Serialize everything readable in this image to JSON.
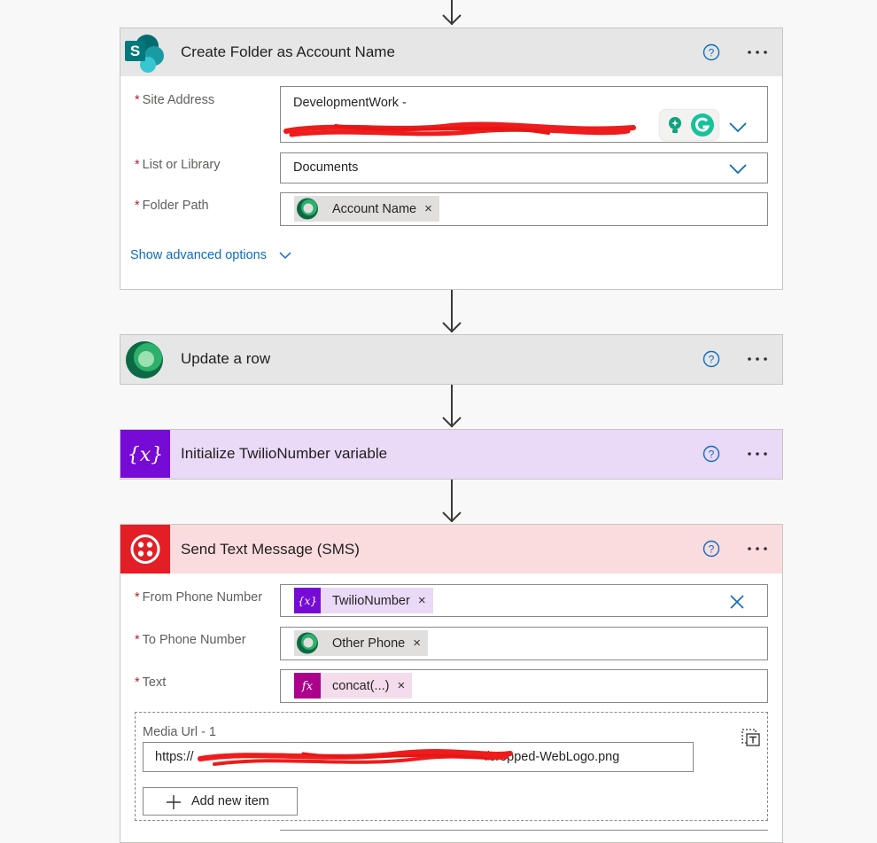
{
  "flow": {
    "create_folder": {
      "title": "Create Folder as Account Name",
      "site_address": {
        "label": "Site Address",
        "value_line1": "DevelopmentWork -"
      },
      "list_or_library": {
        "label": "List or Library",
        "value": "Documents"
      },
      "folder_path": {
        "label": "Folder Path",
        "token": "Account Name"
      },
      "show_advanced": "Show advanced options"
    },
    "update_row": {
      "title": "Update a row"
    },
    "init_variable": {
      "title": "Initialize TwilioNumber variable",
      "icon_text": "{x}"
    },
    "send_sms": {
      "title": "Send Text Message (SMS)",
      "from_phone": {
        "label": "From Phone Number",
        "token": "TwilioNumber"
      },
      "to_phone": {
        "label": "To Phone Number",
        "token": "Other Phone"
      },
      "text": {
        "label": "Text",
        "token": "concat(...)"
      },
      "media_url": {
        "label": "Media Url - 1",
        "value_prefix": "https://",
        "value_suffix": "/cropped-WebLogo.png",
        "add_item": "Add new item"
      }
    },
    "token_remove_glyph": "×",
    "colors": {
      "sharepoint_header": "#e6e6e6",
      "dataverse_header": "#e6e6e6",
      "variable_header": "#ead9f7",
      "variable_icon": "#770bd6",
      "twilio_header": "#fadbde",
      "twilio_icon": "#e31e26",
      "link": "#0f6cbd",
      "help": "#0f6cbd",
      "required": "#a4262c"
    }
  }
}
